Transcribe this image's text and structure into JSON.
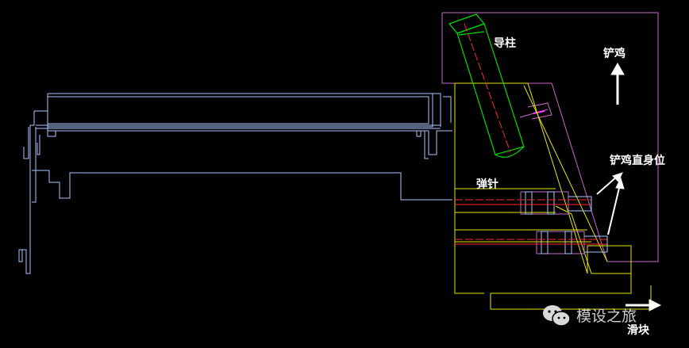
{
  "labels": {
    "guide_pillar": "导柱",
    "shovel_chicken": "铲鸡",
    "shovel_straight": "铲鸡直身位",
    "spring_pin": "弹针",
    "slider": "滑块"
  },
  "watermark": {
    "text": "模设之旅",
    "icon": "wechat-icon"
  },
  "colors": {
    "background": "#000000",
    "mold_part": "#a9c8ff",
    "shovel_block": "#cc66cc",
    "slider": "#e6e600",
    "guide_pillar": "#00dd00",
    "centerline": "#ff2a2a",
    "arrow": "#ffffff"
  }
}
